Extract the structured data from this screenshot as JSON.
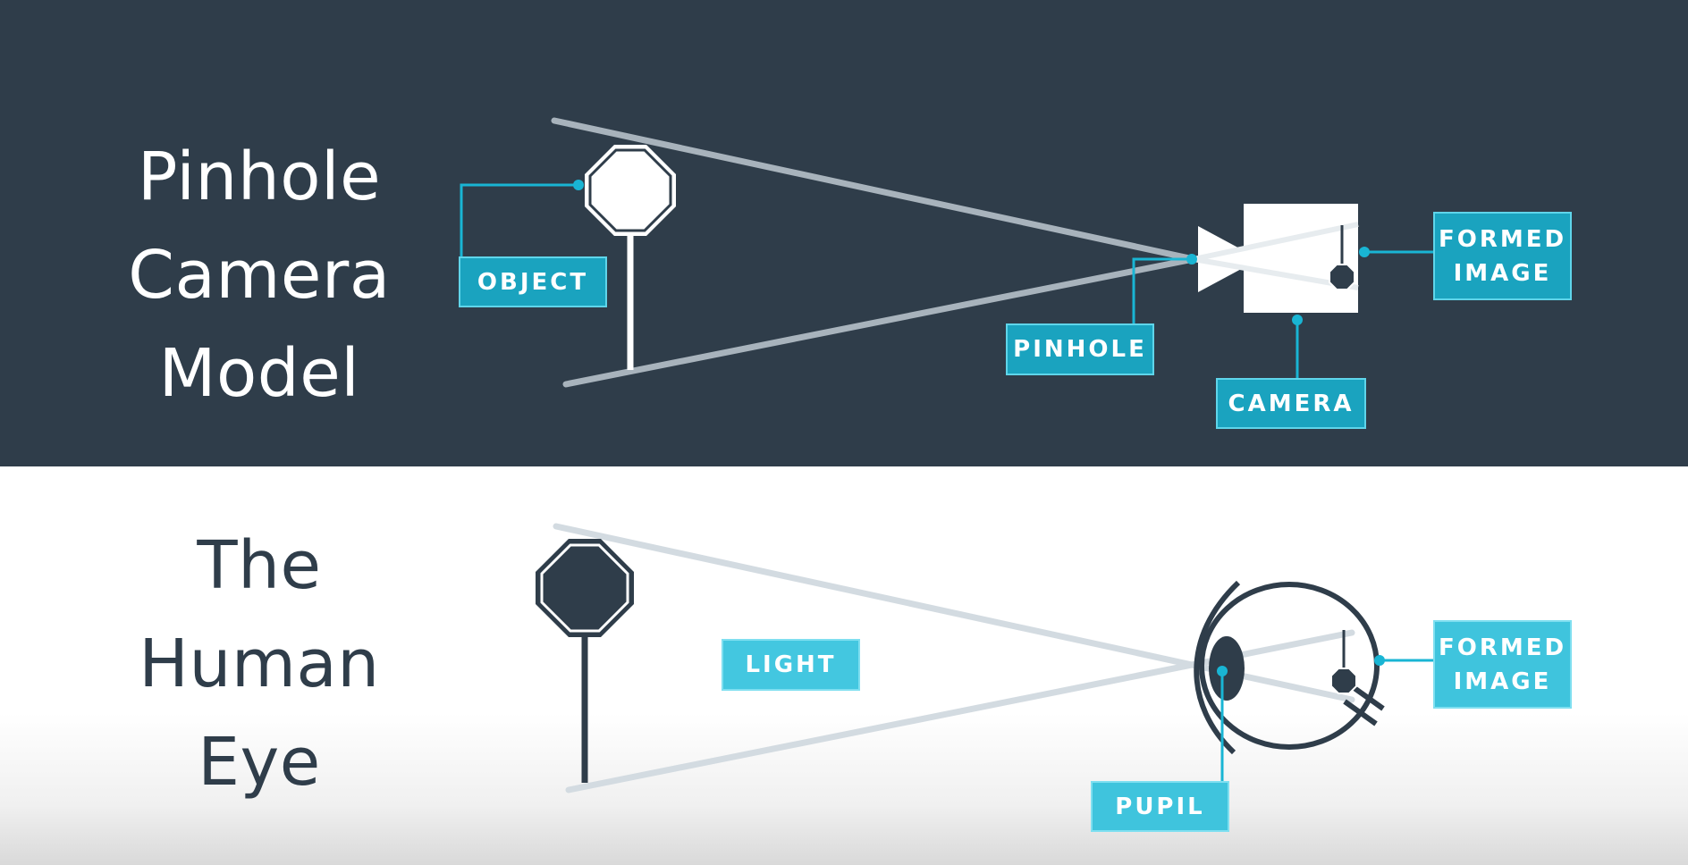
{
  "top_section": {
    "title_lines": [
      "Pinhole",
      "Camera",
      "Model"
    ],
    "labels": {
      "object": "OBJECT",
      "pinhole": "PINHOLE",
      "camera": "CAMERA",
      "formed_image": "FORMED IMAGE"
    }
  },
  "bottom_section": {
    "title_lines": [
      "The",
      "Human",
      "Eye"
    ],
    "labels": {
      "light": "LIGHT",
      "pupil": "PUPIL",
      "formed_image": "FORMED IMAGE"
    }
  },
  "colors": {
    "dark_background": "#2f3d4a",
    "light_background": "#ffffff",
    "label_fill": "#1aa3bf",
    "connector": "#19b5d4",
    "ray_on_dark": "#a8b3bc",
    "ray_on_light": "#d3dbe1"
  }
}
